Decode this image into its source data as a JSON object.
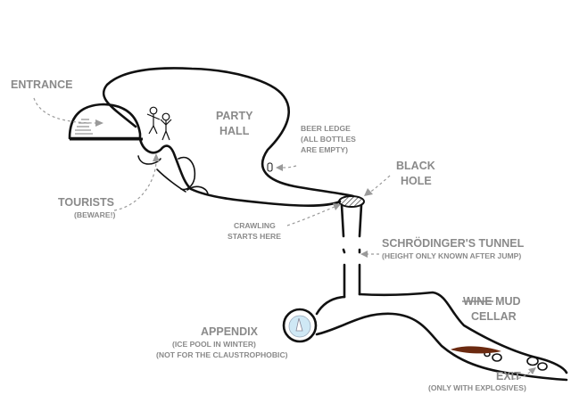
{
  "labels": {
    "entrance": "ENTRANCE",
    "party_hall_1": "PARTY",
    "party_hall_2": "HALL",
    "beer_ledge_1": "BEER LEDGE",
    "beer_ledge_2": "(ALL BOTTLES",
    "beer_ledge_3": "ARE EMPTY)",
    "black_hole_1": "BLACK",
    "black_hole_2": "HOLE",
    "tourists": "TOURISTS",
    "tourists_note": "(BEWARE!)",
    "crawling_1": "CRAWLING",
    "crawling_2": "STARTS HERE",
    "tunnel": "SCHRÖDINGER'S TUNNEL",
    "tunnel_note": "(HEIGHT ONLY KNOWN AFTER JUMP)",
    "appendix": "APPENDIX",
    "appendix_note_1": "(ICE POOL IN WINTER)",
    "appendix_note_2": "(NOT FOR THE CLAUSTROPHOBIC)",
    "cellar_struck": "WINE",
    "cellar_mud": " MUD",
    "cellar_2": "CELLAR",
    "exit": "EXIT",
    "exit_note": "(ONLY WITH EXPLOSIVES)"
  },
  "colors": {
    "outline": "#111111",
    "label": "#8a8a8a",
    "ice_pool": "#cfe8f5",
    "mud": "#6b2a10"
  }
}
